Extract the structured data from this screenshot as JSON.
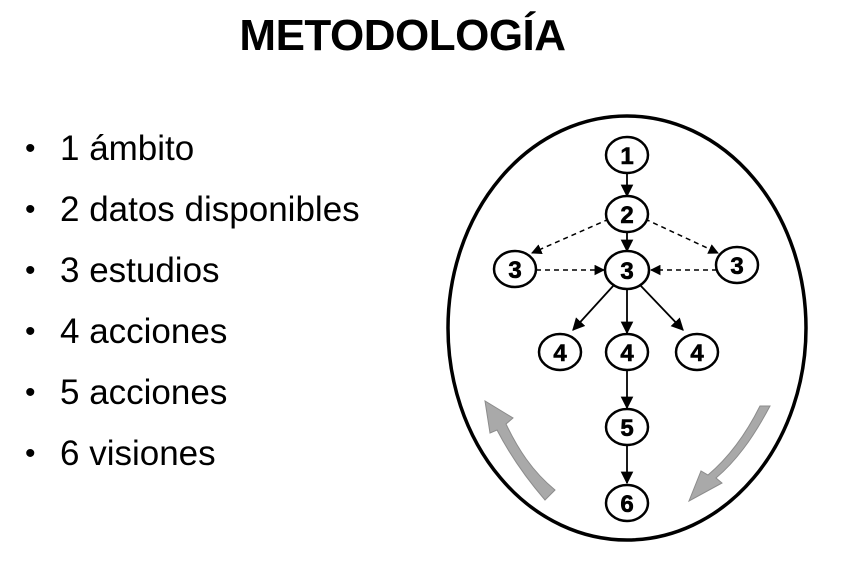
{
  "title": "METODOLOGÍA",
  "bullets": [
    "1 ámbito",
    "2 datos disponibles",
    "3 estudios",
    "4 acciones",
    "5 acciones",
    "6 visiones"
  ],
  "bullet_symbol": "•",
  "diagram": {
    "nodes": [
      "1",
      "2",
      "3",
      "3",
      "3",
      "4",
      "4",
      "4",
      "5",
      "6"
    ],
    "solid_edges": [
      [
        "1",
        "2"
      ],
      [
        "2",
        "3"
      ],
      [
        "3",
        "4"
      ],
      [
        "3",
        "4"
      ],
      [
        "3",
        "4"
      ],
      [
        "4",
        "5"
      ],
      [
        "5",
        "6"
      ]
    ],
    "dashed_edges": [
      [
        "2",
        "3"
      ],
      [
        "2",
        "3"
      ],
      [
        "3",
        "3"
      ],
      [
        "3",
        "3"
      ]
    ],
    "feedback_arrow_color": "#a9a9a9"
  }
}
